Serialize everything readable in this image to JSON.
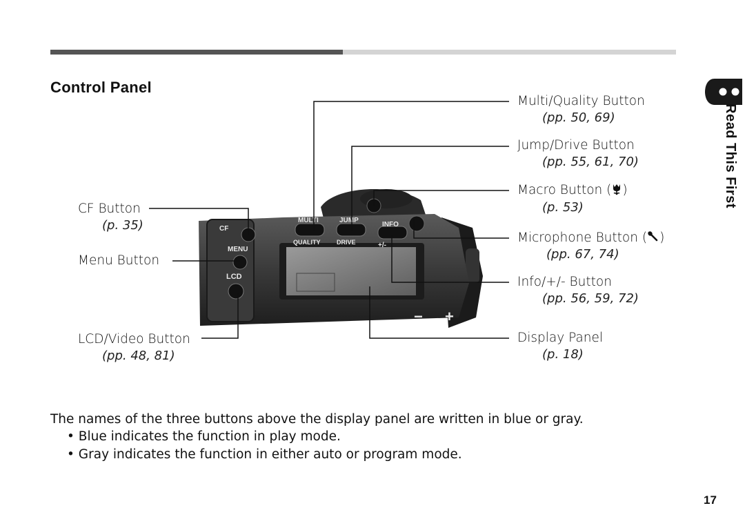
{
  "header": {
    "bar_colors": {
      "dark": "#555555",
      "light": "#d4d4d4"
    }
  },
  "section_title": "Control Panel",
  "side_tab": {
    "text": "Read This First",
    "dots": [
      "filled-dot",
      "ring-dot",
      "ring-dot"
    ]
  },
  "camera_labels": {
    "cf": "CF",
    "multi": "MULTI",
    "jump": "JUMP",
    "info": "INFO",
    "menu": "MENU",
    "quality": "QUALITY",
    "drive": "DRIVE",
    "plusminus": "+/-",
    "lcd": "LCD",
    "minus": "−",
    "plus": "+"
  },
  "callouts": {
    "multi_quality": {
      "label": "Multi/Quality Button",
      "ref": "(pp. 50, 69)"
    },
    "jump_drive": {
      "label": "Jump/Drive Button",
      "ref": "(pp. 55, 61, 70)"
    },
    "macro": {
      "label": "Macro Button (",
      "label_end": ")",
      "icon": "tulip-icon",
      "ref": "(p. 53)"
    },
    "microphone": {
      "label": "Microphone Button (",
      "label_end": ")",
      "icon": "microphone-icon",
      "ref": "(pp. 67, 74)"
    },
    "info": {
      "label": "Info/+/- Button",
      "ref": "(pp. 56, 59, 72)"
    },
    "display_panel": {
      "label": "Display Panel",
      "ref": "(p. 18)"
    },
    "cf_button": {
      "label": "CF Button",
      "ref": "(p. 35)"
    },
    "menu_button": {
      "label": "Menu Button"
    },
    "lcd_video": {
      "label": "LCD/Video Button",
      "ref": "(pp. 48, 81)"
    }
  },
  "body": {
    "intro": "The names of the three buttons above the display panel are written in blue or gray.",
    "bullets": [
      "Blue indicates the function in play mode.",
      "Gray indicates the function in either auto or program mode."
    ]
  },
  "page_number": "17"
}
